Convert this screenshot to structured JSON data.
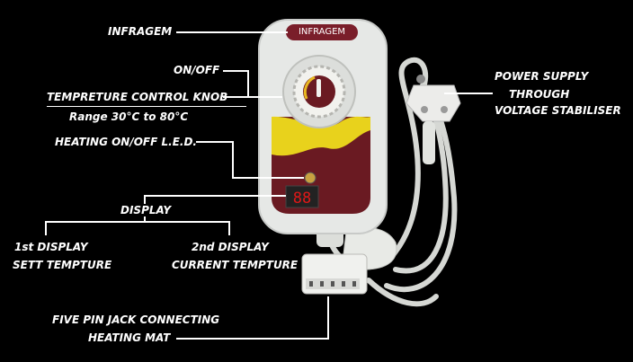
{
  "labels": {
    "infragem": "INFRAGEM",
    "on_off": "ON/OFF",
    "knob": "TEMPRETURE CONTROL KNOB",
    "range": "Range 30°C to 80°C",
    "led": "HEATING ON/OFF L.E.D.",
    "display": "DISPLAY",
    "first_display_1": "1st DISPLAY",
    "first_display_2": "SETT TEMPTURE",
    "second_display_1": "2nd DISPLAY",
    "second_display_2": "CURRENT TEMPTURE",
    "jack_1": "FIVE PIN JACK CONNECTING",
    "jack_2": "HEATING MAT",
    "power_1": "POWER SUPPLY",
    "power_2": "THROUGH",
    "power_3": "VOLTAGE STABILISER"
  },
  "device": {
    "brand": "INFRAGEM",
    "colors": {
      "body": "#e6e8e6",
      "badge": "#7a1e2a",
      "panel_brown": "#6a1a22",
      "panel_yellow": "#e8d21c",
      "display_red": "#e01818"
    }
  }
}
